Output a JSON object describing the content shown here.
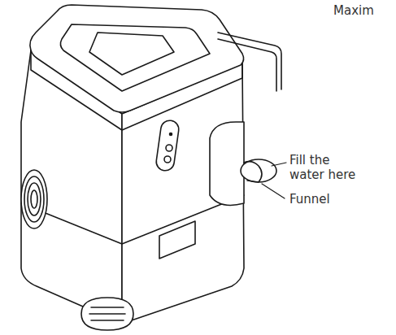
{
  "diagram": {
    "labels": [
      "Maxim",
      "Fill the water here",
      "Funnel"
    ]
  }
}
